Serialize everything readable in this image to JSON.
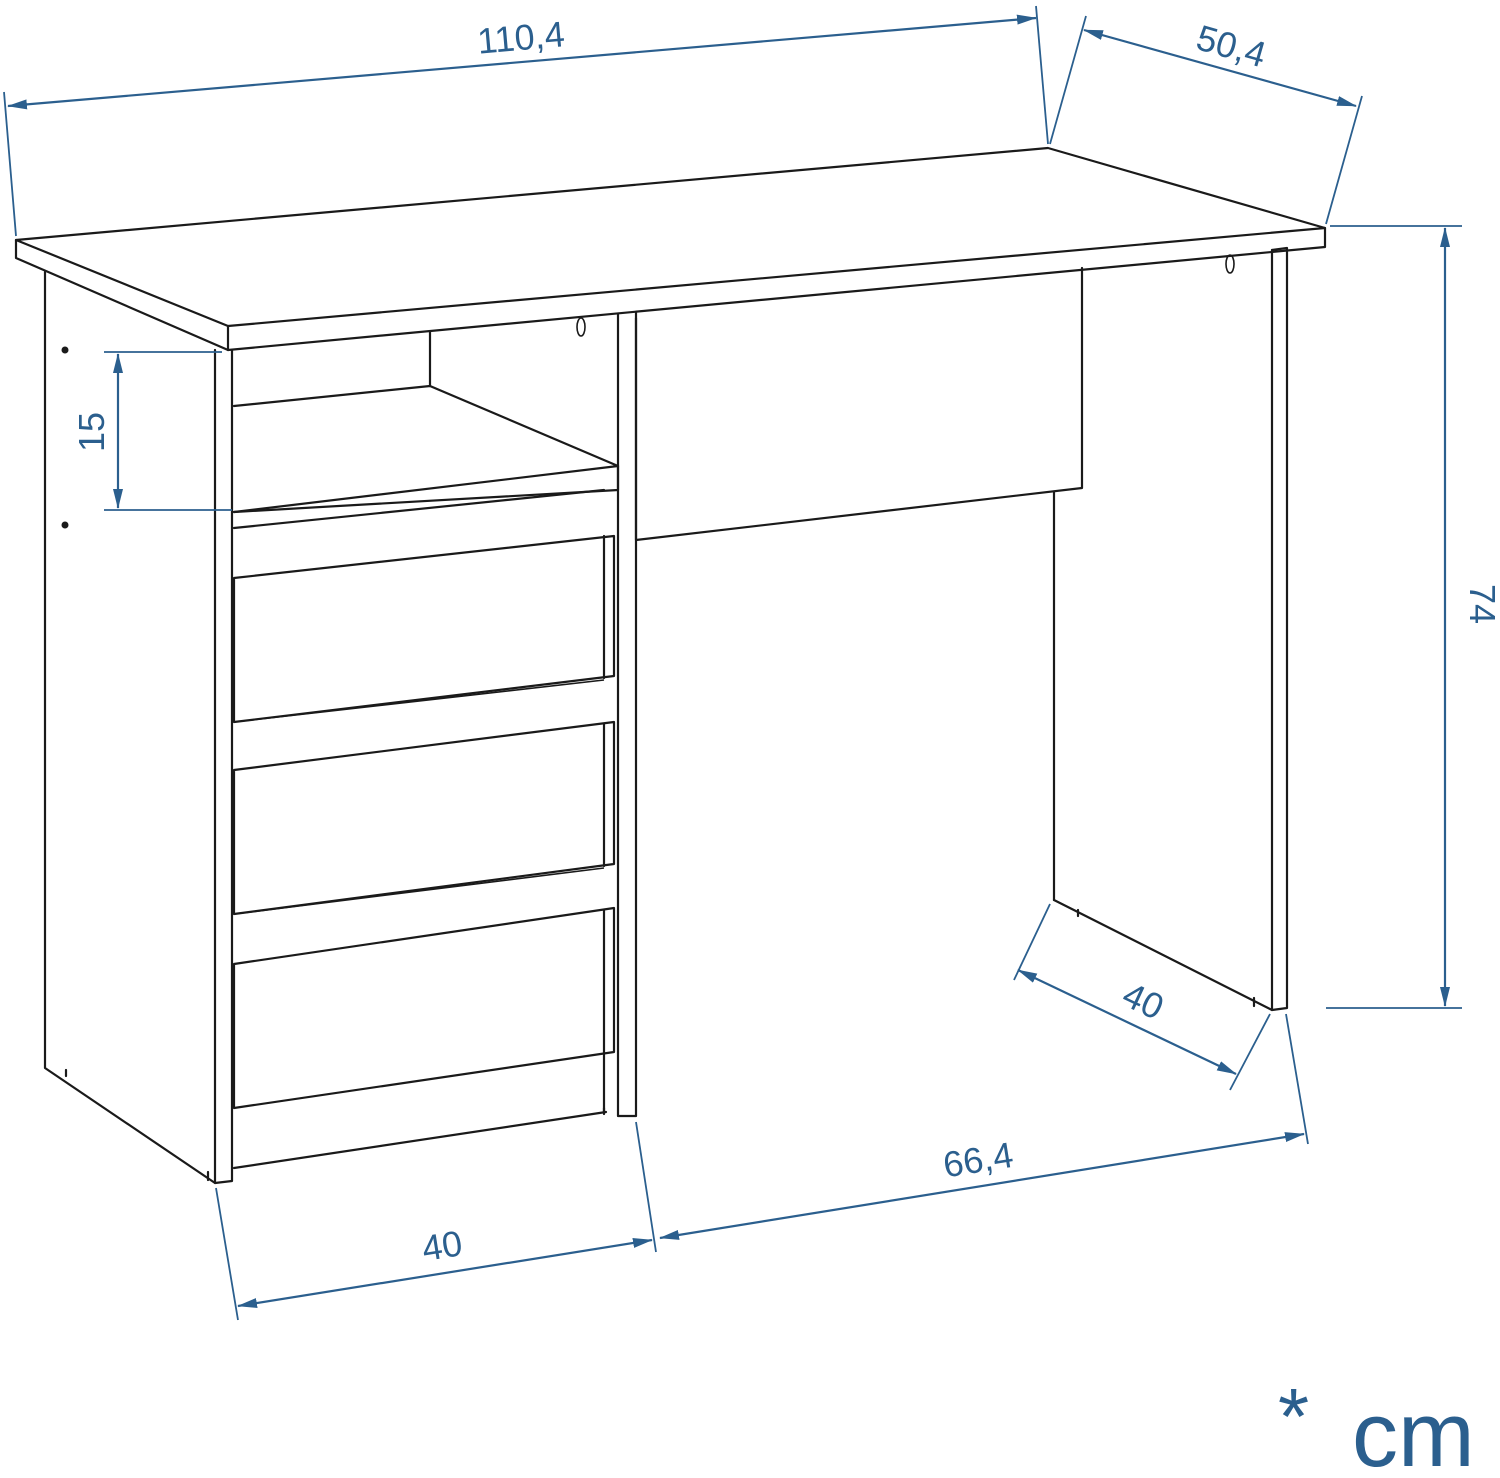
{
  "dimensions": {
    "width_top": "110,4",
    "depth_top": "50,4",
    "height": "74",
    "shelf_height": "15",
    "side_depth": "40",
    "cabinet_width": "40",
    "leg_space_width": "66,4"
  },
  "unit": {
    "symbol": "*",
    "label": "cm"
  },
  "colors": {
    "dimension": "#2b5f8e",
    "outline": "#1a1a1a",
    "background": "#ffffff"
  }
}
